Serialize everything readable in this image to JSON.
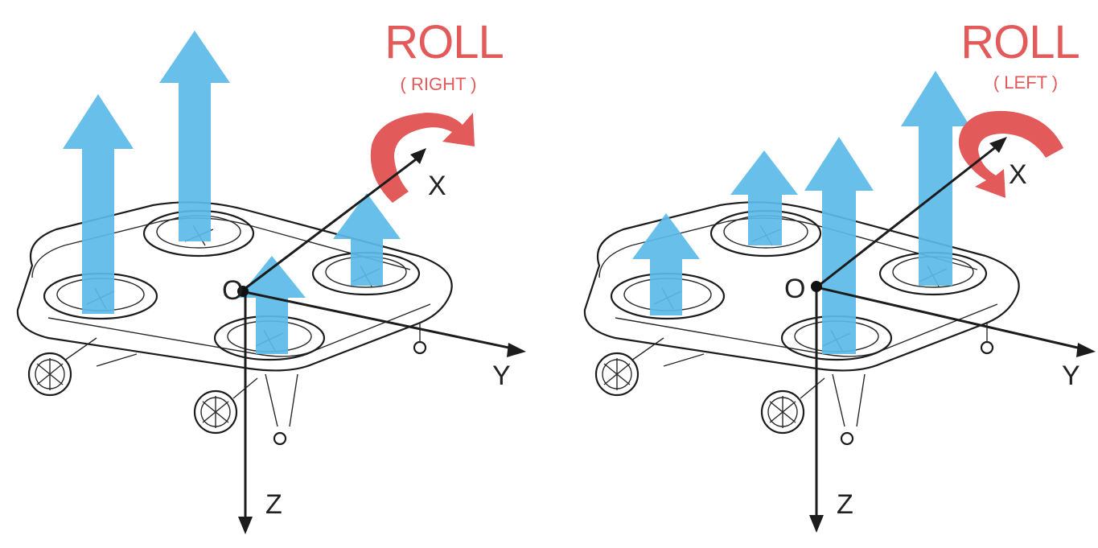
{
  "colors": {
    "thrust_arrow": "#5bbbe8",
    "roll_arrow": "#e35a5a",
    "axis": "#1c1c1c",
    "background": "#ffffff"
  },
  "panels": [
    {
      "title": "ROLL",
      "subtitle": "( RIGHT )",
      "axes": {
        "origin": "O",
        "x": "X",
        "y": "Y",
        "z": "Z"
      }
    },
    {
      "title": "ROLL",
      "subtitle": "( LEFT )",
      "axes": {
        "origin": "O",
        "x": "X",
        "y": "Y",
        "z": "Z"
      }
    }
  ]
}
